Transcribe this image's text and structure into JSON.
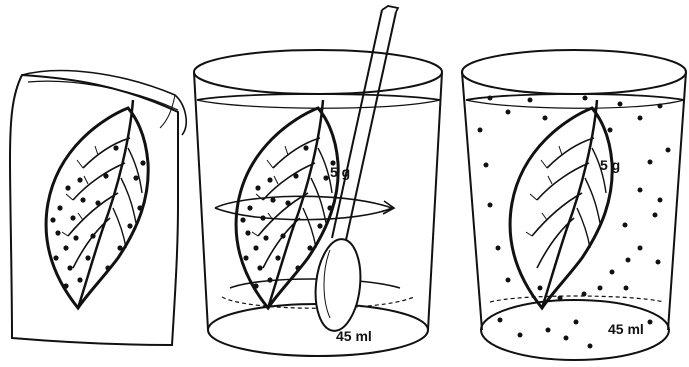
{
  "labels": {
    "mass_glass_stir": "5 g",
    "mass_glass_dispersed": "5 g",
    "volume_glass_stir": "45 ml",
    "volume_glass_dispersed": "45 ml"
  },
  "colors": {
    "ink": "#111111",
    "background": "#ffffff"
  }
}
